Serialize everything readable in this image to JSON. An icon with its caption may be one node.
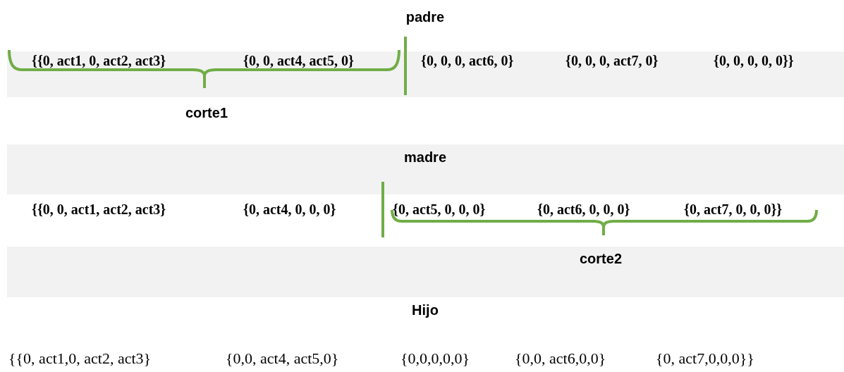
{
  "diagram": {
    "labels": [
      "padre",
      "{{0, act1, 0, act2, act3}",
      "{0, 0, act4, act5, 0}",
      "{0, 0, 0, act6, 0}",
      "{0, 0, 0, act7, 0}",
      "{0, 0, 0, 0, 0}}",
      "corte1",
      "madre",
      "{{0, 0, act1, act2, act3}",
      "{0, act4, 0, 0, 0}",
      "{0, act5, 0, 0, 0}",
      "{0, act6, 0, 0, 0}",
      "{0, act7, 0, 0, 0}}",
      "corte2",
      "Hijo",
      "{{0, act1,0, act2, act3}",
      "{0,0, act4, act5,0}",
      "{0,0,0,0,0}",
      "{0,0, act6,0,0}",
      "{0, act7,0,0,0}}"
    ]
  }
}
